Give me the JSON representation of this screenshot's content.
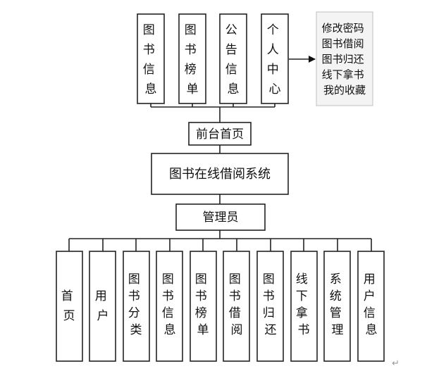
{
  "top_modules": [
    "图书信息",
    "图书榜单",
    "公告信息",
    "个人中心"
  ],
  "personal_center_functions": [
    "修改密码",
    "图书借阅",
    "图书归还",
    "线下拿书",
    "我的收藏"
  ],
  "front_page": "前台首页",
  "system_title": "图书在线借阅系统",
  "admin": "管理员",
  "admin_modules": [
    "首页",
    "用户",
    "图书分类",
    "图书信息",
    "图书榜单",
    "图书借阅",
    "图书归还",
    "线下拿书",
    "系统管理",
    "用户信息"
  ],
  "paragraph_mark": "↵"
}
